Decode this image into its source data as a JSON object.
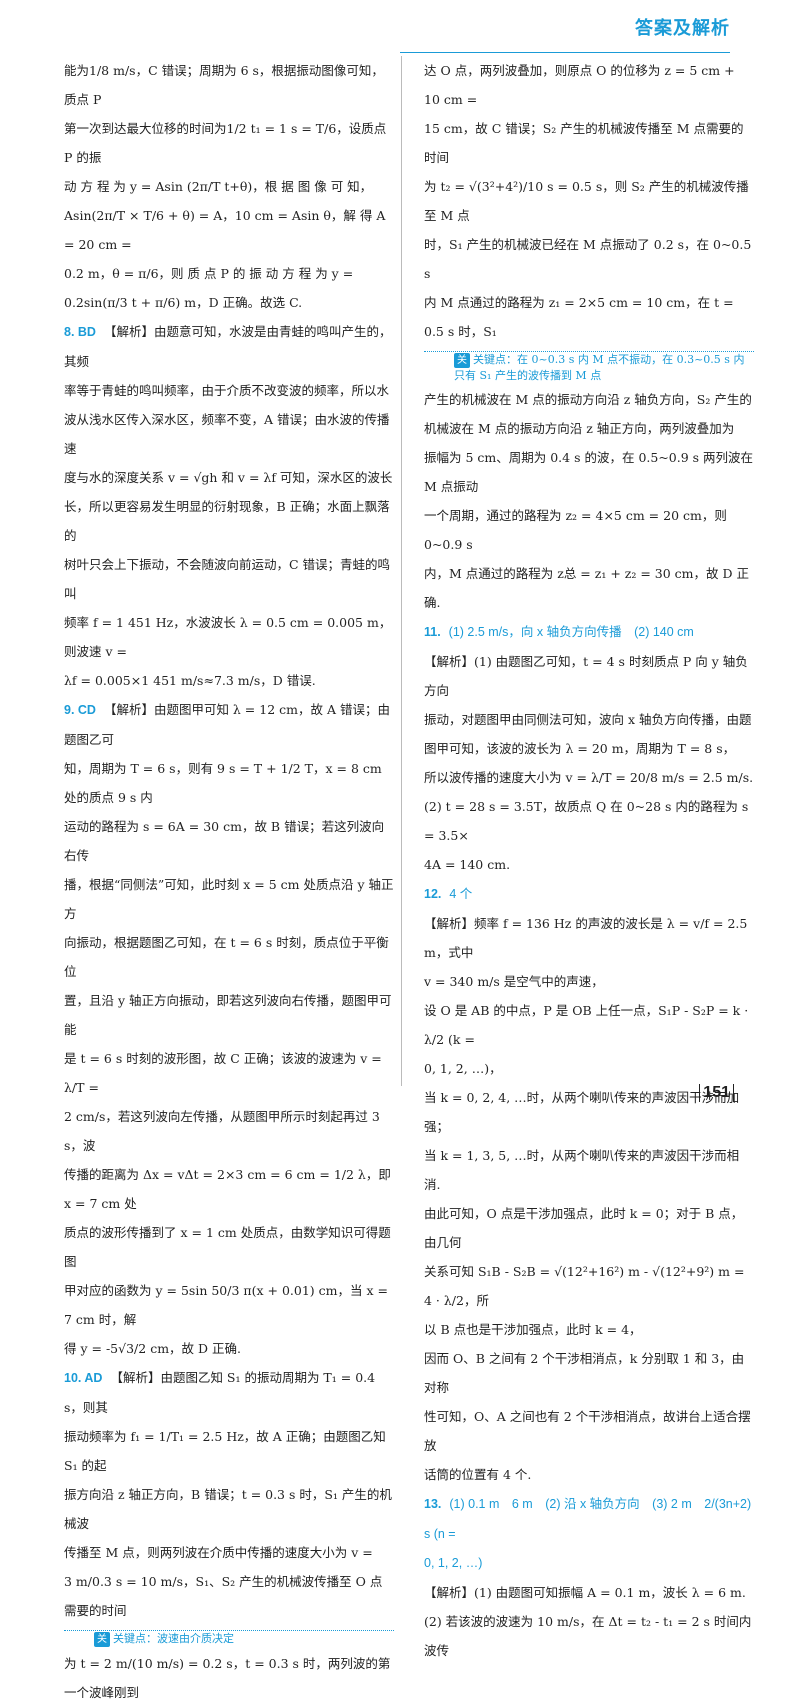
{
  "header": {
    "title": "答案及解析"
  },
  "page_number": "151",
  "left": [
    "能为1/8 m/s，C 错误；周期为 6 s，根据振动图像可知，质点 P",
    "第一次到达最大位移的时间为1/2 t₁ = 1 s = T/6，设质点 P 的振",
    "动 方 程 为  y = Asin (2π/T t+θ)，根 据 图 像 可 知，",
    "Asin(2π/T × T/6 + θ) = A，10 cm = Asin θ，解 得 A = 20 cm =",
    "0.2 m，θ = π/6，则 质 点  P  的 振 动 方 程 为  y =",
    "0.2sin(π/3 t + π/6) m，D 正确。故选 C."
  ],
  "q8": {
    "num": "8. BD",
    "lines": [
      "【解析】由题意可知，水波是由青蛙的鸣叫产生的，其频",
      "率等于青蛙的鸣叫频率，由于介质不改变波的频率，所以水",
      "波从浅水区传入深水区，频率不变，A 错误；由水波的传播速",
      "度与水的深度关系 v = √gh 和 v = λf 可知，深水区的波长",
      "长，所以更容易发生明显的衍射现象，B 正确；水面上飘落的",
      "树叶只会上下振动，不会随波向前运动，C 错误；青蛙的鸣叫",
      "频率 f = 1 451 Hz，水波波长 λ = 0.5 cm = 0.005 m，则波速 v =",
      "λf = 0.005×1 451 m/s≈7.3 m/s，D 错误."
    ]
  },
  "q9": {
    "num": "9. CD",
    "lines": [
      "【解析】由题图甲可知 λ = 12 cm，故 A 错误；由题图乙可",
      "知，周期为 T = 6 s，则有 9 s = T + 1/2 T，x = 8 cm 处的质点 9 s 内",
      "运动的路程为 s = 6A = 30 cm，故 B 错误；若这列波向右传",
      "播，根据“同侧法”可知，此时刻 x = 5 cm 处质点沿 y 轴正方",
      "向振动，根据题图乙可知，在 t = 6 s 时刻，质点位于平衡位",
      "置，且沿 y 轴正方向振动，即若这列波向右传播，题图甲可能",
      "是 t = 6 s 时刻的波形图，故 C 正确；该波的波速为 v = λ/T =",
      "2 cm/s，若这列波向左传播，从题图甲所示时刻起再过 3 s，波",
      "传播的距离为 Δx = vΔt = 2×3 cm = 6 cm = 1/2 λ，即 x = 7 cm 处",
      "质点的波形传播到了 x = 1 cm 处质点，由数学知识可得题图",
      "甲对应的函数为 y = 5sin 50/3 π(x + 0.01) cm，当 x = 7 cm 时，解",
      "得 y = -5√3/2 cm，故 D 正确."
    ]
  },
  "q10": {
    "num": "10. AD",
    "lines": [
      "【解析】由题图乙知 S₁ 的振动周期为 T₁ = 0.4 s，则其",
      "振动频率为 f₁ = 1/T₁ = 2.5 Hz，故 A 正确；由题图乙知 S₁ 的起",
      "振方向沿 z 轴正方向，B 错误；t = 0.3 s 时，S₁ 产生的机械波",
      "传播至 M 点，则两列波在介质中传播的速度大小为 v =",
      "3 m/0.3 s = 10 m/s，S₁、S₂ 产生的机械波传播至 O 点需要的时间"
    ],
    "keynote": "关键点：波速由介质决定",
    "last": "为 t = 2 m/(10 m/s) = 0.2 s，t = 0.3 s 时，两列波的第一个波峰刚到"
  },
  "right_cont": [
    "达 O 点，两列波叠加，则原点 O 的位移为 z = 5 cm + 10 cm =",
    "15 cm，故 C 错误；S₂ 产生的机械波传播至 M 点需要的时间",
    "为 t₂ = √(3²+4²)/10 s = 0.5 s，则 S₂ 产生的机械波传播至 M 点",
    "时，S₁ 产生的机械波已经在 M 点振动了 0.2 s，在 0~0.5 s",
    "内 M 点通过的路程为 z₁ = 2×5 cm = 10 cm，在 t = 0.5 s 时，S₁"
  ],
  "keynote2": "关键点：在 0~0.3 s 内 M 点不振动，在 0.3~0.5 s 内只有 S₁ 产生的波传播到 M 点",
  "right_cont2": [
    "产生的机械波在 M 点的振动方向沿 z 轴负方向，S₂ 产生的",
    "机械波在 M 点的振动方向沿 z 轴正方向，两列波叠加为",
    "振幅为 5 cm、周期为 0.4 s 的波，在 0.5~0.9 s 两列波在 M 点振动",
    "一个周期，通过的路程为 z₂ = 4×5 cm = 20 cm，则 0~0.9 s",
    "内，M 点通过的路程为 z总 = z₁ + z₂ = 30 cm，故 D 正确."
  ],
  "q11": {
    "num": "11.",
    "answer": "(1) 2.5 m/s，向 x 轴负方向传播　(2) 140 cm",
    "lines": [
      "【解析】(1) 由题图乙可知，t = 4 s 时刻质点 P 向 y 轴负方向",
      "振动，对题图甲由同侧法可知，波向 x 轴负方向传播，由题",
      "图甲可知，该波的波长为 λ = 20 m，周期为 T = 8 s，",
      "所以波传播的速度大小为 v = λ/T = 20/8 m/s = 2.5 m/s.",
      "(2) t = 28 s = 3.5T，故质点 Q 在 0~28 s 内的路程为 s = 3.5×",
      "4A = 140 cm."
    ]
  },
  "q12": {
    "num": "12.",
    "answer": "4 个",
    "lines": [
      "【解析】频率 f = 136 Hz 的声波的波长是 λ = v/f = 2.5 m，式中",
      "v = 340 m/s 是空气中的声速，",
      "设 O 是 AB 的中点，P 是 OB 上任一点，S₁P - S₂P = k · λ/2 (k =",
      "0, 1, 2, …)，",
      "当 k = 0, 2, 4, …时，从两个喇叭传来的声波因干涉而加强；",
      "当 k = 1, 3, 5, …时，从两个喇叭传来的声波因干涉而相消.",
      "由此可知，O 点是干涉加强点，此时 k = 0；对于 B 点，由几何",
      "关系可知 S₁B - S₂B = √(12²+16²) m - √(12²+9²) m = 4 · λ/2，所",
      "以 B 点也是干涉加强点，此时 k = 4，",
      "因而 O、B 之间有 2 个干涉相消点，k 分别取 1 和 3，由对称",
      "性可知，O、A 之间也有 2 个干涉相消点，故讲台上适合摆放",
      "话筒的位置有 4 个."
    ]
  },
  "q13": {
    "num": "13.",
    "answer": "(1) 0.1 m　6 m　(2) 沿 x 轴负方向　(3) 2 m　2/(3n+2) s (n =",
    "answer2": "0, 1, 2, …)",
    "lines": [
      "【解析】(1) 由题图可知振幅 A = 0.1 m，波长 λ = 6 m.",
      "(2) 若该波的波速为 10 m/s，在 Δt = t₂ - t₁ = 2 s 时间内波传"
    ]
  }
}
